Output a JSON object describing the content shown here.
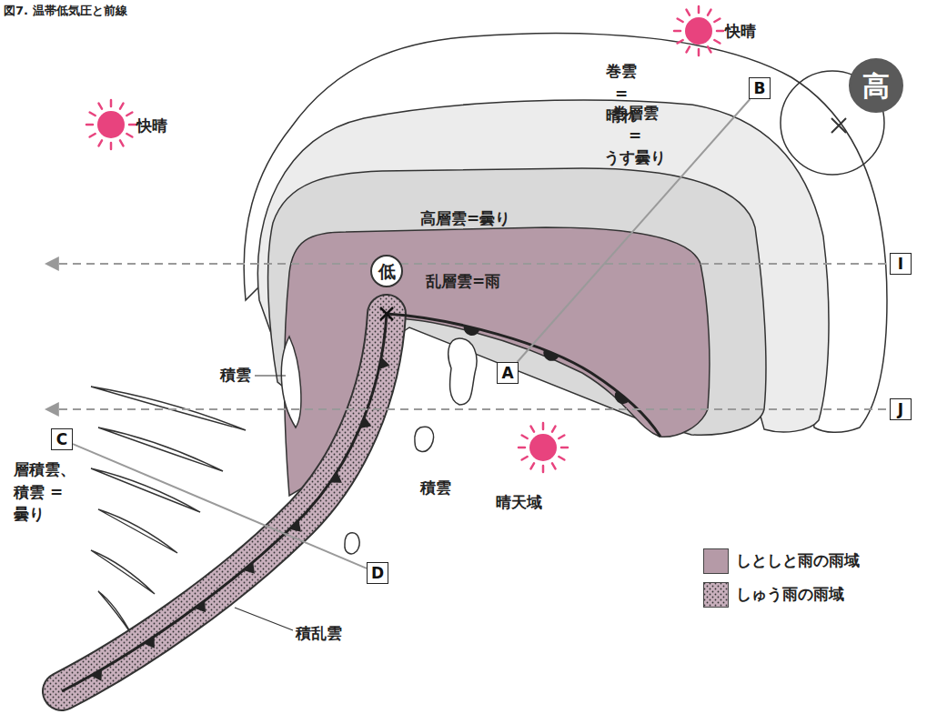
{
  "diagram": {
    "title": "図7. 温帯低気圧と前線",
    "nodes": [
      {
        "text": [
          "低"
        ]
      },
      {
        "text": [
          "高"
        ]
      },
      {
        "text": [
          "A"
        ]
      },
      {
        "text": [
          "B"
        ]
      },
      {
        "text": [
          "C"
        ]
      },
      {
        "text": [
          "D"
        ]
      },
      {
        "text": [
          "I"
        ]
      },
      {
        "text": [
          "J"
        ]
      }
    ],
    "edges": [
      {
        "from": 2,
        "to": 3,
        "arrow": "none"
      },
      {
        "from": 4,
        "to": 5,
        "arrow": "none"
      }
    ],
    "labels": [
      "快晴",
      "快晴",
      "巻雲 =晴れ",
      "巻層雲 =うす曇り",
      "高層雲=曇り",
      "乱層雲=雨",
      "積雲",
      "積雲",
      "晴天域",
      "層積雲、 積雲 =曇り",
      "積乱雲"
    ],
    "legend": [
      {
        "text": "しとしと雨の雨域",
        "color": "#b59aa7"
      },
      {
        "text": "しゅう雨の雨域"
      }
    ]
  }
}
